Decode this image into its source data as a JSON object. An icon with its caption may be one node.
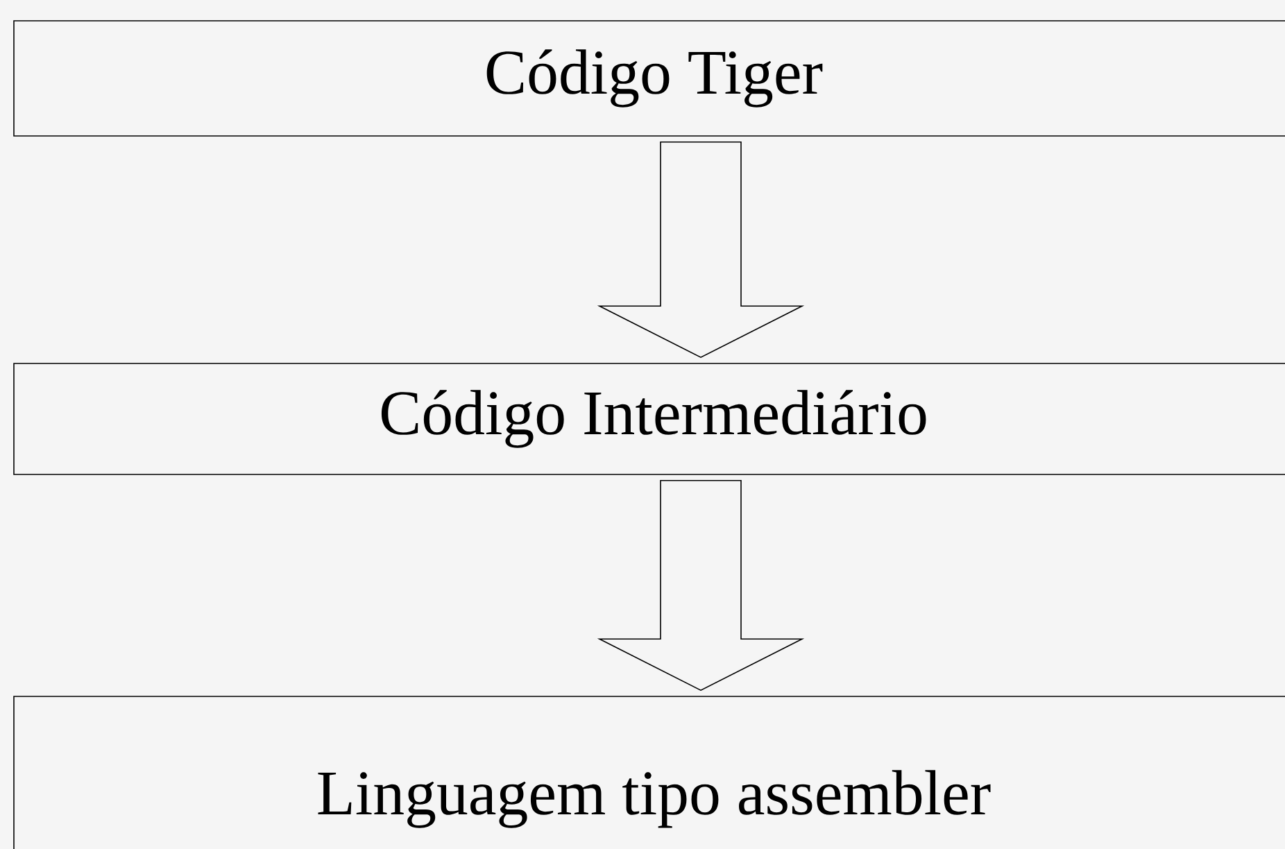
{
  "diagram": {
    "nodes": [
      {
        "text": [
          "Código Tiger"
        ]
      },
      {
        "text": [
          "Código Intermediário"
        ]
      },
      {
        "text": [
          "Linguagem tipo assembler"
        ]
      }
    ],
    "edges": [
      {
        "from": 0,
        "to": 1,
        "arrow": "to"
      },
      {
        "from": 1,
        "to": 2,
        "arrow": "to"
      }
    ]
  }
}
